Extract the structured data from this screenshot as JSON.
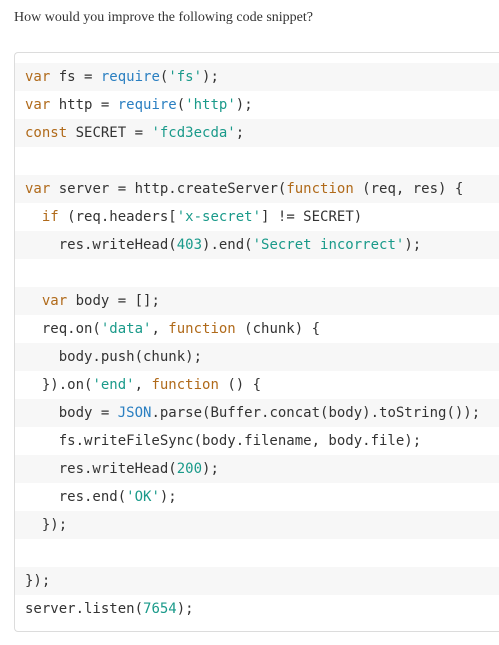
{
  "question": "How would you improve the following code snippet?",
  "colors": {
    "text": "#333333",
    "keyword": "#b06a1a",
    "builtin": "#2a7fc1",
    "string": "#1a9a8a",
    "number": "#1a9a8a",
    "stripe": "#f7f7f7",
    "border": "#dcdcdc"
  },
  "code": {
    "language": "javascript",
    "lines": [
      [
        {
          "t": "keyword",
          "v": "var"
        },
        {
          "t": "plain",
          "v": " fs = "
        },
        {
          "t": "builtin",
          "v": "require"
        },
        {
          "t": "plain",
          "v": "("
        },
        {
          "t": "string",
          "v": "'fs'"
        },
        {
          "t": "plain",
          "v": ");"
        }
      ],
      [
        {
          "t": "keyword",
          "v": "var"
        },
        {
          "t": "plain",
          "v": " http = "
        },
        {
          "t": "builtin",
          "v": "require"
        },
        {
          "t": "plain",
          "v": "("
        },
        {
          "t": "string",
          "v": "'http'"
        },
        {
          "t": "plain",
          "v": ");"
        }
      ],
      [
        {
          "t": "keyword",
          "v": "const"
        },
        {
          "t": "plain",
          "v": " SECRET = "
        },
        {
          "t": "string",
          "v": "'fcd3ecda'"
        },
        {
          "t": "plain",
          "v": ";"
        }
      ],
      [],
      [
        {
          "t": "keyword",
          "v": "var"
        },
        {
          "t": "plain",
          "v": " server = http.createServer("
        },
        {
          "t": "keyword",
          "v": "function"
        },
        {
          "t": "plain",
          "v": " (req, res) {"
        }
      ],
      [
        {
          "t": "plain",
          "v": "  "
        },
        {
          "t": "keyword",
          "v": "if"
        },
        {
          "t": "plain",
          "v": " (req.headers["
        },
        {
          "t": "string",
          "v": "'x-secret'"
        },
        {
          "t": "plain",
          "v": "] != SECRET)"
        }
      ],
      [
        {
          "t": "plain",
          "v": "    res.writeHead("
        },
        {
          "t": "number",
          "v": "403"
        },
        {
          "t": "plain",
          "v": ").end("
        },
        {
          "t": "string",
          "v": "'Secret incorrect'"
        },
        {
          "t": "plain",
          "v": ");"
        }
      ],
      [],
      [
        {
          "t": "plain",
          "v": "  "
        },
        {
          "t": "keyword",
          "v": "var"
        },
        {
          "t": "plain",
          "v": " body = [];"
        }
      ],
      [
        {
          "t": "plain",
          "v": "  req.on("
        },
        {
          "t": "string",
          "v": "'data'"
        },
        {
          "t": "plain",
          "v": ", "
        },
        {
          "t": "keyword",
          "v": "function"
        },
        {
          "t": "plain",
          "v": " (chunk) {"
        }
      ],
      [
        {
          "t": "plain",
          "v": "    body.push(chunk);"
        }
      ],
      [
        {
          "t": "plain",
          "v": "  }).on("
        },
        {
          "t": "string",
          "v": "'end'"
        },
        {
          "t": "plain",
          "v": ", "
        },
        {
          "t": "keyword",
          "v": "function"
        },
        {
          "t": "plain",
          "v": " () {"
        }
      ],
      [
        {
          "t": "plain",
          "v": "    body = "
        },
        {
          "t": "builtin",
          "v": "JSON"
        },
        {
          "t": "plain",
          "v": ".parse(Buffer.concat(body).toString());"
        }
      ],
      [
        {
          "t": "plain",
          "v": "    fs.writeFileSync(body.filename, body.file);"
        }
      ],
      [
        {
          "t": "plain",
          "v": "    res.writeHead("
        },
        {
          "t": "number",
          "v": "200"
        },
        {
          "t": "plain",
          "v": ");"
        }
      ],
      [
        {
          "t": "plain",
          "v": "    res.end("
        },
        {
          "t": "string",
          "v": "'OK'"
        },
        {
          "t": "plain",
          "v": ");"
        }
      ],
      [
        {
          "t": "plain",
          "v": "  });"
        }
      ],
      [],
      [
        {
          "t": "plain",
          "v": "});"
        }
      ],
      [
        {
          "t": "plain",
          "v": "server.listen("
        },
        {
          "t": "number",
          "v": "7654"
        },
        {
          "t": "plain",
          "v": ");"
        }
      ]
    ]
  }
}
